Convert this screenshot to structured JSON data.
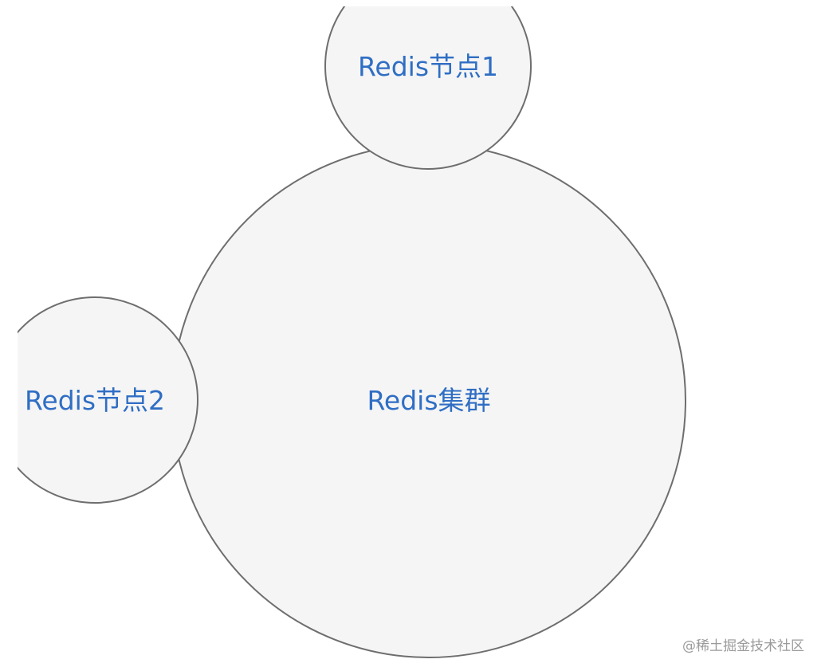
{
  "diagram": {
    "nodes": {
      "cluster": {
        "label": "Redis集群"
      },
      "node1": {
        "label": "Redis节点1"
      },
      "node2": {
        "label": "Redis节点2"
      }
    },
    "colors": {
      "circle_fill": "#f5f5f5",
      "circle_stroke": "#6e6e6e",
      "label_text": "#2f6ec4",
      "background": "#ffffff"
    }
  },
  "watermark": "@稀土掘金技术社区"
}
